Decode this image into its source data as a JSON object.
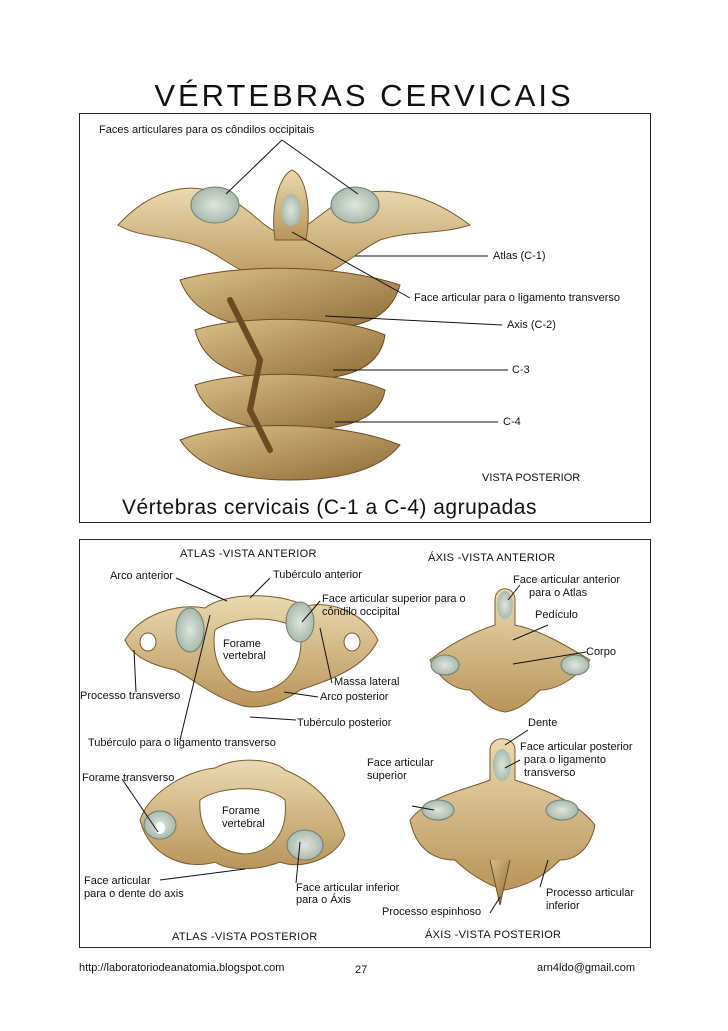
{
  "page": {
    "title": "VÉRTEBRAS CERVICAIS",
    "footer_url": "http://laboratoriodeanatomia.blogspot.com",
    "footer_page": "27",
    "footer_email": "arn4ldo@gmail.com"
  },
  "panel_top": {
    "subtitle": "Vértebras cervicais (C-1 a C-4) agrupadas",
    "view": "VISTA POSTERIOR",
    "labels": {
      "faces_occipitais": "Faces articulares para os côndilos occipitais",
      "atlas": "Atlas (C-1)",
      "face_lig_transverso": "Face articular para o ligamento transverso",
      "axis": "Axis (C-2)",
      "c3": "C-3",
      "c4": "C-4"
    }
  },
  "panel_bottom": {
    "headers": {
      "atlas_anterior": "ATLAS -VISTA ANTERIOR",
      "axis_anterior": "ÁXIS -VISTA ANTERIOR",
      "atlas_posterior": "ATLAS -VISTA POSTERIOR",
      "axis_posterior": "ÁXIS -VISTA POSTERIOR"
    },
    "atlas_anterior": {
      "arco_anterior": "Arco anterior",
      "tuberculo_anterior": "Tubérculo anterior",
      "face_sup_condilo_1": "Face articular superior para o",
      "face_sup_condilo_2": "côndilo occipital",
      "forame_1": "Forame",
      "forame_2": "vertebral",
      "massa_lateral": "Massa lateral",
      "processo_transverso": "Processo transverso",
      "arco_posterior": "Arco posterior",
      "tuberculo_posterior": "Tubérculo posterior",
      "tuberculo_lig": "Tubérculo para o ligamento transverso"
    },
    "atlas_posterior": {
      "forame_transverso": "Forame transverso",
      "forame_1": "Forame",
      "forame_2": "vertebral",
      "face_dente_1": "Face articular",
      "face_dente_2": "para o dente do axis",
      "face_inf_1": "Face articular inferior",
      "face_inf_2": "para o Áxis"
    },
    "axis_anterior": {
      "face_ant_1": "Face articular anterior",
      "face_ant_2": "para o Atlas",
      "pediculo": "Pedículo",
      "corpo": "Corpo"
    },
    "axis_posterior": {
      "dente": "Dente",
      "face_post_1": "Face articular posterior",
      "face_post_2": "para o ligamento",
      "face_post_3": "transverso",
      "face_sup_1": "Face articular",
      "face_sup_2": "superior",
      "processo_espinhoso": "Processo espinhoso",
      "proc_art_inf_1": "Processo articular",
      "proc_art_inf_2": "inferior"
    }
  }
}
